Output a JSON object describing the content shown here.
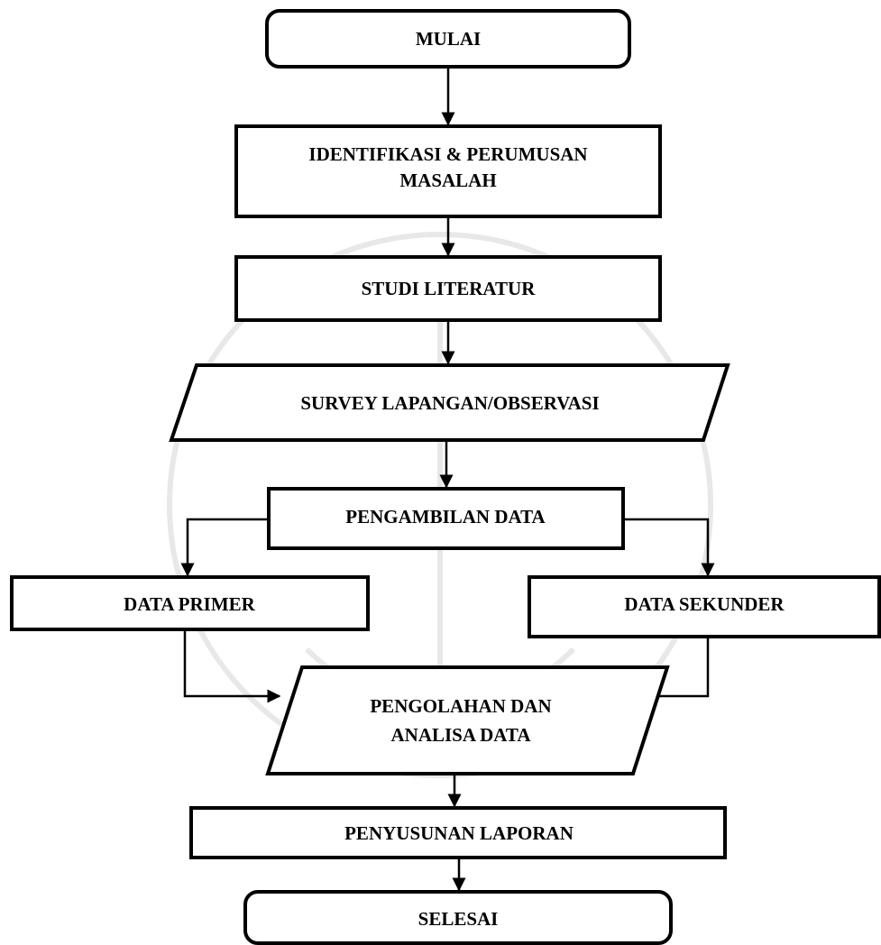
{
  "diagram": {
    "type": "flowchart",
    "colors": {
      "stroke": "#000000",
      "fill": "#ffffff",
      "text": "#000000",
      "watermark": "#e8e8e8"
    },
    "nodes": {
      "start": {
        "label": "MULAI",
        "shape": "terminal"
      },
      "identify": {
        "label_line1": "IDENTIFIKASI & PERUMUSAN",
        "label_line2": "MASALAH",
        "shape": "process"
      },
      "literature": {
        "label": "STUDI LITERATUR",
        "shape": "process"
      },
      "survey": {
        "label": "SURVEY LAPANGAN/OBSERVASI",
        "shape": "data"
      },
      "collection": {
        "label": "PENGAMBILAN DATA",
        "shape": "process"
      },
      "primary": {
        "label": "DATA PRIMER",
        "shape": "process"
      },
      "secondary": {
        "label": "DATA SEKUNDER",
        "shape": "process"
      },
      "processing": {
        "label_line1": "PENGOLAHAN DAN",
        "label_line2": "ANALISA DATA",
        "shape": "data"
      },
      "report": {
        "label": "PENYUSUNAN LAPORAN",
        "shape": "process"
      },
      "end": {
        "label": "SELESAI",
        "shape": "terminal"
      }
    },
    "edges": [
      {
        "from": "start",
        "to": "identify"
      },
      {
        "from": "identify",
        "to": "literature"
      },
      {
        "from": "literature",
        "to": "survey"
      },
      {
        "from": "survey",
        "to": "collection"
      },
      {
        "from": "collection",
        "to": "primary"
      },
      {
        "from": "collection",
        "to": "secondary"
      },
      {
        "from": "primary",
        "to": "processing"
      },
      {
        "from": "secondary",
        "to": "processing"
      },
      {
        "from": "processing",
        "to": "report"
      },
      {
        "from": "report",
        "to": "end"
      }
    ]
  }
}
